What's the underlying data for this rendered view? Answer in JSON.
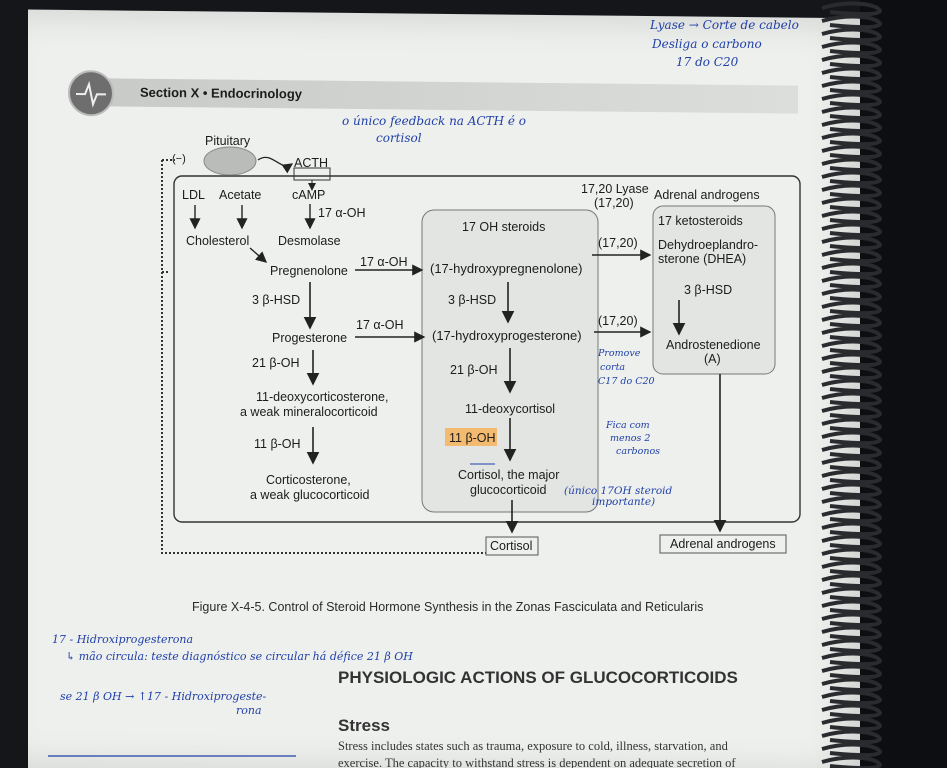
{
  "header": {
    "section": "Section X",
    "topic": "Endocrinology"
  },
  "diagram": {
    "pituitary": "Pituitary",
    "minus": "(−)",
    "acth": "ACTH",
    "ldl": "LDL",
    "acetate": "Acetate",
    "camp": "cAMP",
    "alpha_oh_17": "17 α-OH",
    "cholesterol": "Cholesterol",
    "desmolase": "Desmolase",
    "pregnenolone": "Pregnenolone",
    "alpha_oh_17_b": "17 α-OH",
    "hsd3_left": "3 β-HSD",
    "progesterone": "Progesterone",
    "alpha_oh_17_c": "17 α-OH",
    "oh21_left": "21 β-OH",
    "deoxycorticosterone": "11-deoxycorticosterone,",
    "weak_mineralo": "a weak mineralocorticoid",
    "oh11_left": "11 β-OH",
    "corticosterone": "Corticosterone,",
    "weak_gluco": "a weak glucocorticoid",
    "oh17_steroids": "17 OH steroids",
    "hydroxypregnenolone": "(17-hydroxypregnenolone)",
    "hsd3_mid": "3 β-HSD",
    "hydroxyprogesterone": "(17-hydroxyprogesterone)",
    "oh21_mid": "21 β-OH",
    "deoxycortisol": "11-deoxycortisol",
    "oh11_mid": "11 β-OH",
    "cortisol_major": "Cortisol, the major",
    "glucocorticoid": "glucocorticoid",
    "lyase": "17,20 Lyase",
    "lyase_sub": "(17,20)",
    "adrenal_androgens_head": "Adrenal androgens",
    "lyase_1": "(17,20)",
    "lyase_2": "(17,20)",
    "ketosteroids": "17 ketosteroids",
    "dhea_1": "Dehydroeplandro-",
    "dhea_2": "sterone (DHEA)",
    "hsd3_right": "3 β-HSD",
    "androstenedione": "Androstenedione",
    "androstenedione_a": "(A)",
    "cortisol_out": "Cortisol",
    "adrenal_out": "Adrenal androgens"
  },
  "caption": "Figure X-4-5. Control of Steroid Hormone Synthesis in the Zonas Fasciculata and Reticularis",
  "heading": "PHYSIOLOGIC ACTIONS OF GLUCOCORTICOIDS",
  "subheading": "Stress",
  "body": {
    "line1": "Stress includes states such as trauma, exposure to cold, illness, starvation, and",
    "line2": "exercise. The capacity to withstand stress is dependent on adequate secretion of"
  },
  "notes": {
    "top_right_1": "Lyase → Corte de cabelo",
    "top_right_2": "Desliga o carbono",
    "top_right_3": "17 do C20",
    "feedback_1": "o único feedback na ACTH é o",
    "feedback_2": "cortisol",
    "lyase_1": "Promove",
    "lyase_2": "corta",
    "lyase_3": "C17 do C20",
    "lyase_4": "Fica com",
    "lyase_5": "menos 2",
    "lyase_6": "carbonos",
    "cortisol_note_1": "(único 17OH steroid",
    "cortisol_note_2": "importante)",
    "bottom_1": "17 - Hidroxiprogesterona",
    "bottom_2": "↳ mão circula: teste diagnóstico se circular há défice 21 β OH",
    "bottom_3": "se 21 β OH → ↑17 - Hidroxiprogeste-",
    "bottom_4": "rona"
  },
  "colors": {
    "paper": "#eef0ee",
    "ink": "#1f3fa8",
    "highlight": "#f7b35a",
    "panel": "#e3e5e3"
  }
}
